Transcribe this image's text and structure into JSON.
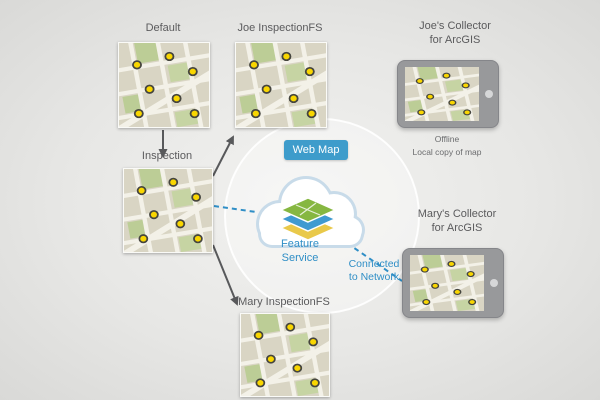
{
  "maps": {
    "default": {
      "label": "Default"
    },
    "joe_inspection_fs": {
      "label": "Joe InspectionFS"
    },
    "inspection": {
      "label": "Inspection"
    },
    "mary_inspection_fs": {
      "label": "Mary InspectionFS"
    }
  },
  "cloud": {
    "banner_label": "Web Map",
    "feature_service_line1": "Feature",
    "feature_service_line2": "Service"
  },
  "devices": {
    "joe": {
      "title_line1": "Joe's Collector",
      "title_line2": "for ArcGIS",
      "status_line1": "Offline",
      "status_line2": "Local copy of map"
    },
    "mary": {
      "title_line1": "Mary's Collector",
      "title_line2": "for ArcGIS"
    }
  },
  "network_status": {
    "line1": "Connected",
    "line2": "to Network"
  },
  "colors": {
    "accent_blue": "#2f8ec6",
    "banner_blue": "#3e9ccb",
    "map_base": "#d9d5c4",
    "map_green": "#bccd96",
    "poi_yellow": "#f9d600",
    "arrow_gray": "#58595b",
    "background_gray": "#e6e6e4"
  }
}
